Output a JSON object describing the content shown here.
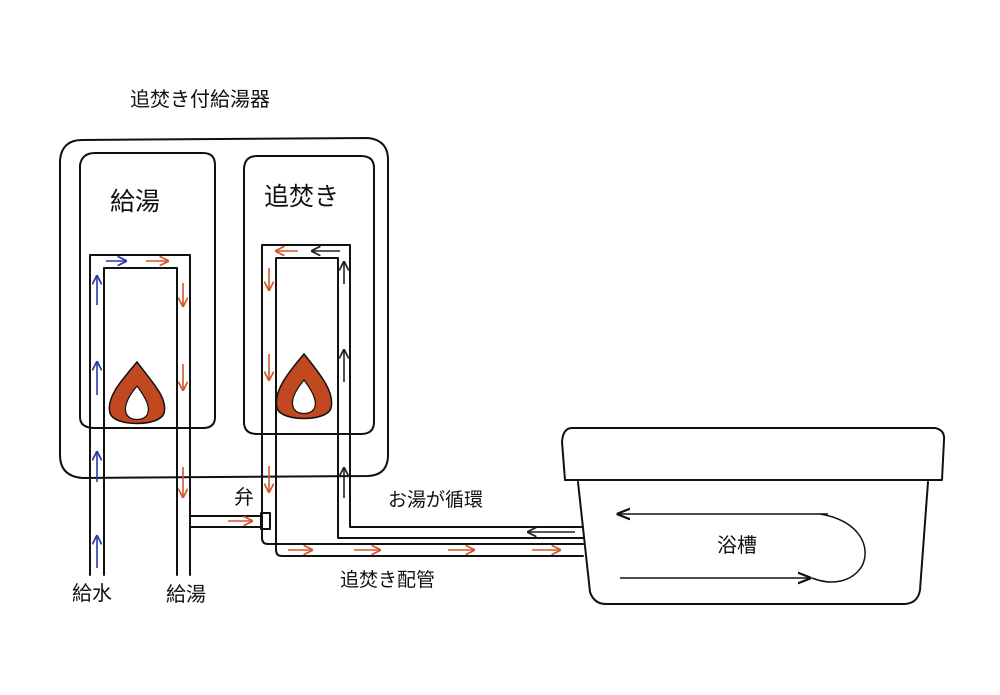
{
  "labels": {
    "heater_title": "追焚き付給湯器",
    "hot_water_unit": "給湯",
    "reheat_unit": "追焚き",
    "valve": "弁",
    "circulation": "お湯が循環",
    "bathtub": "浴槽",
    "water_supply": "給水",
    "hot_water_out": "給湯",
    "reheat_piping": "追焚き配管"
  },
  "colors": {
    "outline": "#111111",
    "flame": "#c2481f",
    "cold_arrow": "#2a3aa8",
    "hot_arrow": "#d4562a",
    "return_arrow": "#222222"
  },
  "icons": {
    "flame": "flame-icon",
    "flow_arrow": "arrow-icon"
  }
}
